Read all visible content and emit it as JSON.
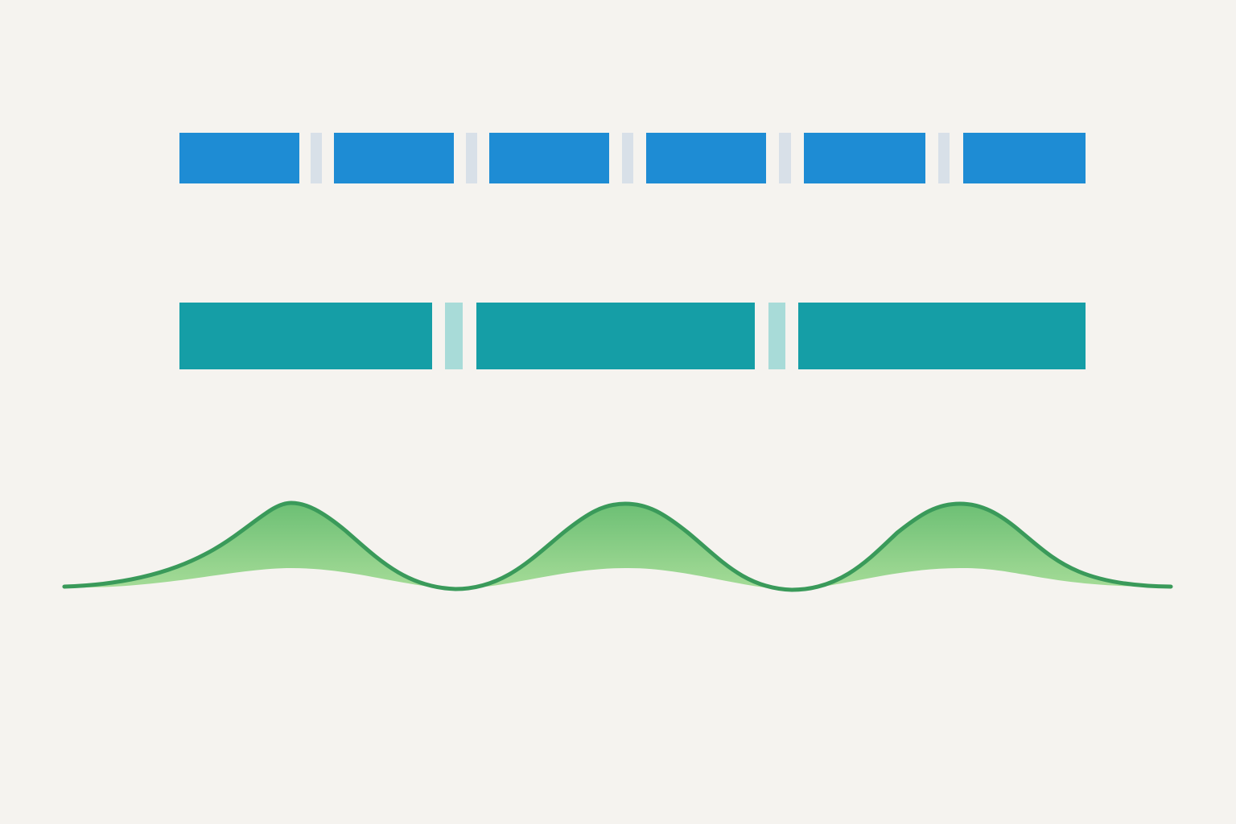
{
  "background_color": "#f5f3ef",
  "rows": [
    {
      "id": "blue-segment-row",
      "segment_color": "#1e8cd4",
      "divider_color": "#d8e0e8",
      "segment_count": 6
    },
    {
      "id": "teal-segment-row",
      "segment_color": "#159ea6",
      "divider_color": "#a8dbd8",
      "segment_count": 3
    }
  ],
  "wave": {
    "id": "green-wave",
    "stroke_color": "#3a9a5a",
    "fill_color_top": "#6cbf74",
    "fill_color_bottom": "#a6dc98",
    "peak_count": 3
  }
}
